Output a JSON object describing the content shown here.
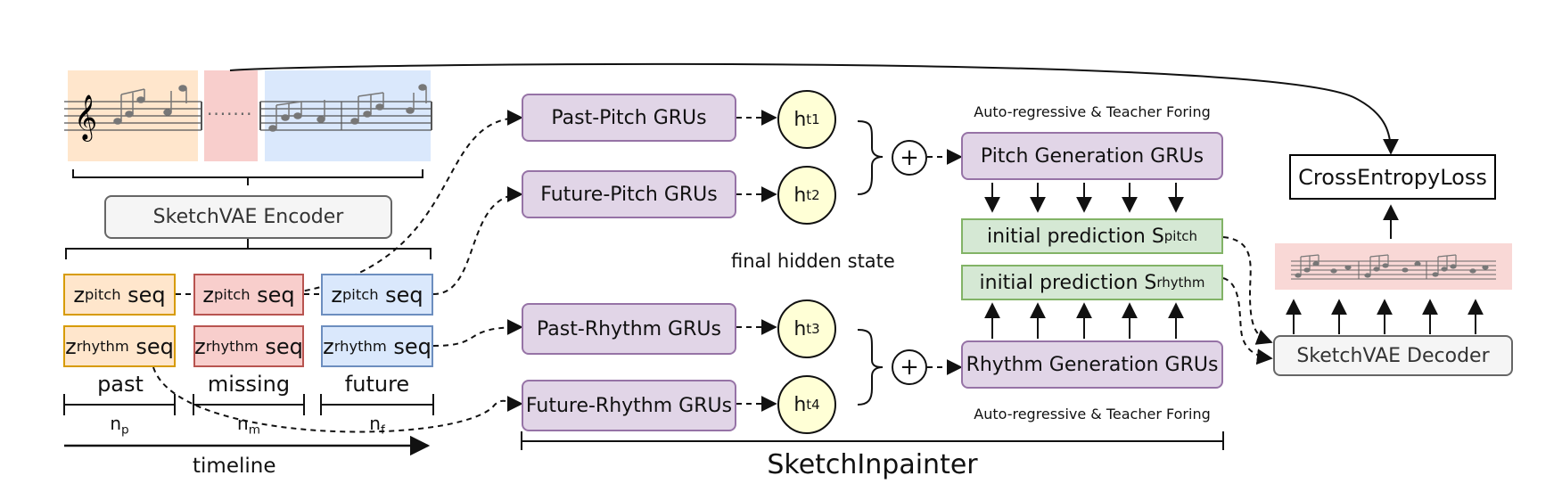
{
  "encoder": {
    "label": "SketchVAE Encoder"
  },
  "decoder": {
    "label": "SketchVAE Decoder"
  },
  "loss": {
    "label": "CrossEntropyLoss"
  },
  "latent": {
    "z_pitch": "z",
    "pitch_sub": "pitch",
    "z_rhythm": "z",
    "rhythm_sub": "rhythm",
    "seq": " seq",
    "columns": [
      "past",
      "missing",
      "future"
    ],
    "spans": [
      {
        "base": "n",
        "sub": "p"
      },
      {
        "base": "n",
        "sub": "m"
      },
      {
        "base": "n",
        "sub": "f"
      }
    ]
  },
  "timeline": {
    "label": "timeline"
  },
  "grus": {
    "past_pitch": "Past-Pitch GRUs",
    "future_pitch": "Future-Pitch GRUs",
    "past_rhythm": "Past-Rhythm GRUs",
    "future_rhythm": "Future-Rhythm GRUs"
  },
  "hidden": {
    "base": "h",
    "sub": "t",
    "sups": [
      "1",
      "2",
      "3",
      "4"
    ],
    "caption": "final hidden state"
  },
  "plus_symbol": "+",
  "generation": {
    "pitch": "Pitch Generation GRUs",
    "rhythm": "Rhythm Generation GRUs",
    "note": "Auto-regressive & Teacher Foring"
  },
  "prediction": {
    "prefix": "initial prediction S",
    "pitch_sub": "pitch",
    "rhythm_sub": "rhythm"
  },
  "score": {
    "ellipsis": "·······",
    "clef": "𝄞"
  },
  "model": {
    "label": "SketchInpainter"
  },
  "colors": {
    "purple_fill": "#e1d5e7",
    "purple_stroke": "#9673a6",
    "green_fill": "#d5e8d4",
    "green_stroke": "#82b366",
    "orange_fill": "#ffe6cc",
    "red_fill": "#f8cecc",
    "blue_fill": "#dae8fc",
    "hidden_fill": "#ffffd6",
    "gray_fill": "#f5f5f5"
  }
}
